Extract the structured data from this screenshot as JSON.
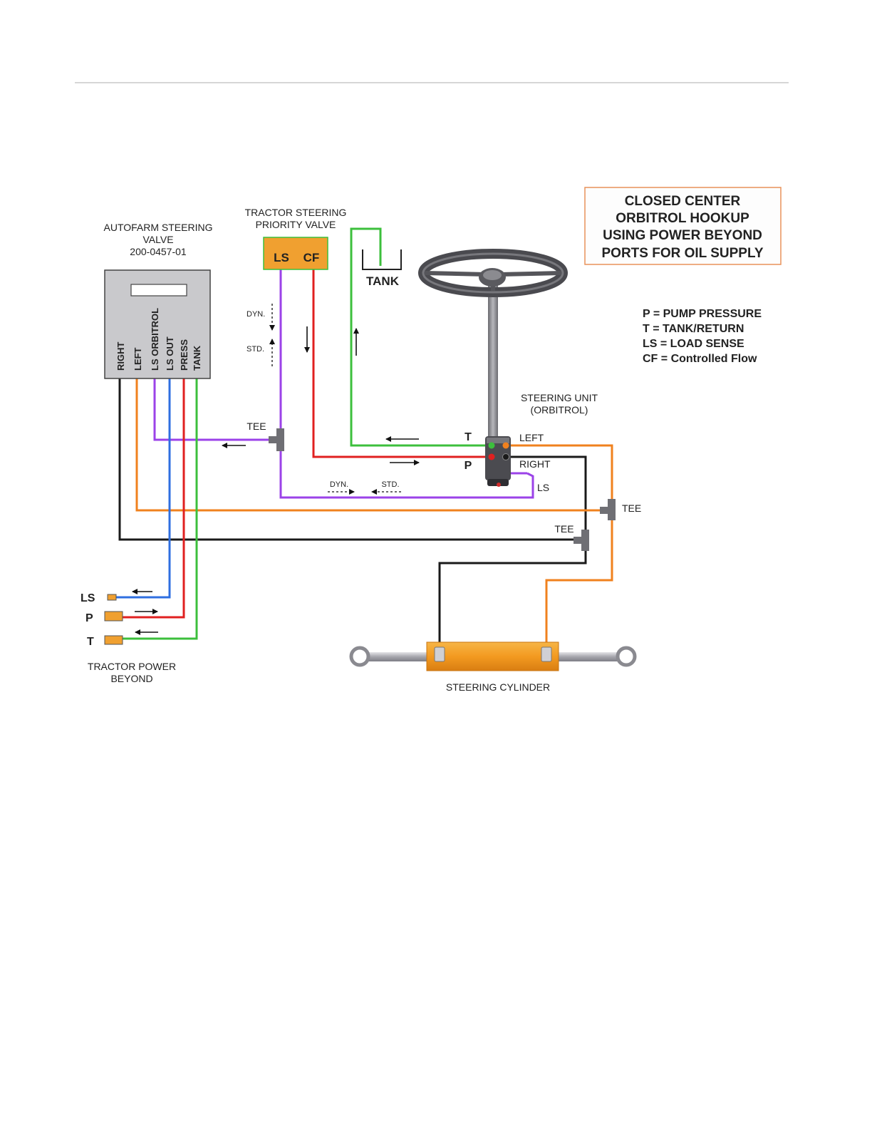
{
  "title_box": {
    "lines": [
      "CLOSED CENTER",
      "ORBITROL HOOKUP",
      "USING POWER BEYOND",
      "PORTS FOR OIL SUPPLY"
    ]
  },
  "legend": [
    "P = PUMP PRESSURE",
    "T = TANK/RETURN",
    "LS = LOAD SENSE",
    "CF = Controlled Flow"
  ],
  "autofarm_valve": {
    "title_lines": [
      "AUTOFARM STEERING",
      "VALVE",
      "200-0457-01"
    ],
    "ports": [
      "RIGHT",
      "LEFT",
      "LS ORBITROL",
      "LS OUT",
      "PRESS",
      "TANK"
    ]
  },
  "priority_valve": {
    "title_lines": [
      "TRACTOR STEERING",
      "PRIORITY VALVE"
    ],
    "port_ls": "LS",
    "port_cf": "CF"
  },
  "tank": {
    "label": "TANK"
  },
  "steering_unit": {
    "title_lines": [
      "STEERING UNIT",
      "(ORBITROL)"
    ],
    "port_t": "T",
    "port_p": "P",
    "port_left": "LEFT",
    "port_right": "RIGHT",
    "port_ls": "LS"
  },
  "annotations": {
    "dyn": "DYN.",
    "std": "STD.",
    "tee": "TEE"
  },
  "power_beyond": {
    "ports": [
      "LS",
      "P",
      "T"
    ],
    "title_lines": [
      "TRACTOR POWER",
      "BEYOND"
    ]
  },
  "cylinder": {
    "label": "STEERING CYLINDER"
  },
  "colors": {
    "ls_orbitrol": "#9b42e8",
    "pressure": "#e02020",
    "tank": "#3cbf3c",
    "ls_out": "#2f6fe0",
    "left": "#f0811e",
    "right": "#1a1a1a",
    "component_orange": "#f0a030",
    "valve_gray": "#c9c9cc"
  }
}
